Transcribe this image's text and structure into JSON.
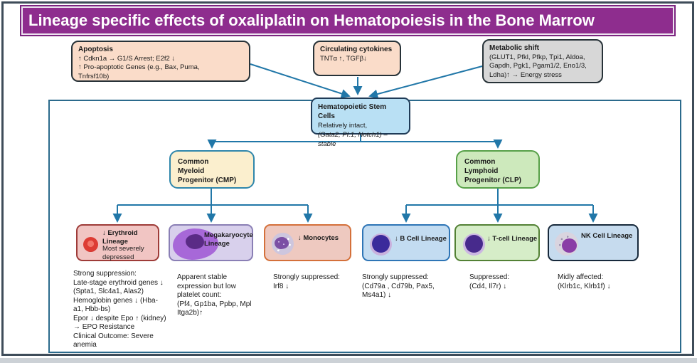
{
  "title": "Lineage specific effects of oxaliplatin on Hematopoiesis in the Bone Marrow",
  "colors": {
    "title_bg": "#8E2D8E",
    "arrow": "#2177A8",
    "frame": "#3E4C59",
    "peach_box_bg": "#FADCC9",
    "gray_box_bg": "#D7D7D7",
    "hsc_bg": "#B9E0F4",
    "cmp_bg": "#FBEFCE",
    "clp_bg": "#CDE9BC"
  },
  "top_boxes": {
    "apoptosis": {
      "title": "Apoptosis",
      "lines": [
        "↑ Cdkn1a → G1/S Arrest; E2f2 ↓",
        "↑ Pro-apoptotic Genes (e.g., Bax, Puma,",
        "Tnfrsf10b)"
      ]
    },
    "cytokines": {
      "title": "Circulating cytokines",
      "lines": [
        "TNTα ↑, TGFβ↓"
      ]
    },
    "metabolic": {
      "title": "Metabolic shift",
      "lines": [
        "(GLUT1, Pfkl, Pfkp, Tpi1, Aldoa,",
        "Gapdh, Pgk1, Pgam1/2, Eno1/3,",
        "Ldha)↑ → Energy stress"
      ]
    }
  },
  "hsc": {
    "title": "Hematopoietic Stem Cells",
    "line2": "Relatively intact,",
    "line3": "(Gata2, PI.1, Notch1) – stable"
  },
  "progenitors": {
    "cmp": {
      "lines": [
        "Common",
        "Myeloid",
        "Progenitor (CMP)"
      ]
    },
    "clp": {
      "lines": [
        "Common",
        "Lymphoid",
        "Progenitor (CLP)"
      ]
    }
  },
  "lineages": {
    "erythroid": {
      "label": "↓ Erythroid Lineage",
      "sub": "Most severely depressed",
      "icon": "red-blood-cell-icon",
      "note": [
        "Strong suppression:",
        "Late-stage erythroid genes ↓",
        "(Spta1, Slc4a1, Alas2)",
        "Hemoglobin genes ↓ (Hba-",
        "a1, Hbb-bs)",
        "Epor ↓ despite Epo ↑ (kidney)",
        "→ EPO Resistance",
        "Clinical Outcome: Severe",
        "anemia"
      ]
    },
    "megakaryocyte": {
      "label": "Megakaryocyte Lineage",
      "icon": "megakaryocyte-cell-icon",
      "note": [
        "Apparent stable",
        "expression but low",
        "platelet count:",
        "(Pf4, Gp1ba, Ppbp, Mpl",
        "Itga2b)↑"
      ]
    },
    "monocytes": {
      "label": "↓ Monocytes",
      "icon": "monocyte-cell-icon",
      "note": [
        "Strongly suppressed:",
        "Irf8 ↓"
      ]
    },
    "b_cell": {
      "label": "↓ B Cell Lineage",
      "icon": "b-cell-icon",
      "note": [
        "Strongly suppressed:",
        "(Cd79a , Cd79b, Pax5,",
        "Ms4a1) ↓"
      ]
    },
    "t_cell": {
      "label": "↓ T-cell Lineage",
      "icon": "t-cell-icon",
      "note": [
        "Suppressed:",
        "(Cd4, Il7r) ↓"
      ]
    },
    "nk_cell": {
      "label": "NK Cell Lineage",
      "icon": "nk-cell-icon",
      "note": [
        "Midly affected:",
        "(Klrb1c, Klrb1f) ↓"
      ]
    }
  }
}
